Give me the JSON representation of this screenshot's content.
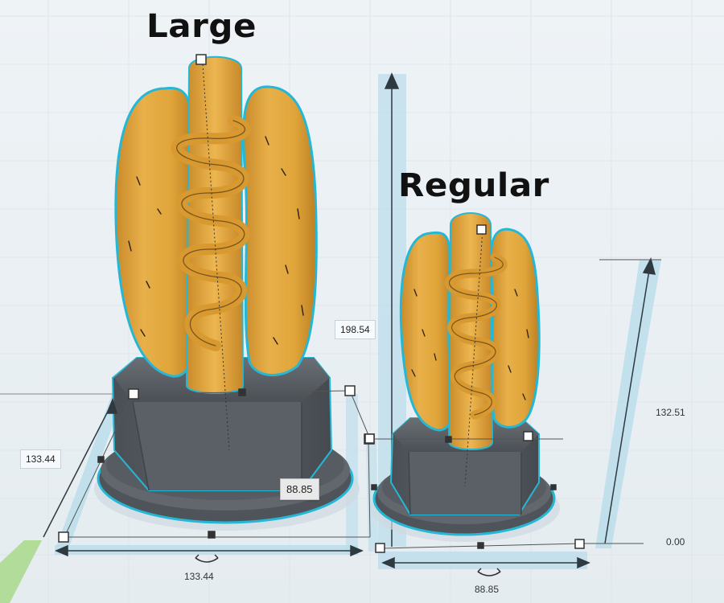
{
  "titles": {
    "large": "Large",
    "regular": "Regular"
  },
  "dimensions": {
    "large": {
      "width": "133.44",
      "depth": "133.44",
      "height": "198.54",
      "input_value": "88.85"
    },
    "regular": {
      "width": "88.85",
      "height": "132.51",
      "elevation": "0.00"
    }
  },
  "colors": {
    "bun": "#e2a83a",
    "mustard": "#e3a53a",
    "base": "#5d6166",
    "base_dark": "#43484d",
    "selection_outline": "#25b7d6",
    "ruler_band": "#b9dceb",
    "workplane": "#eef3f6"
  },
  "icons": {
    "handles": "square-handle",
    "rotation": "rotate-arc-icon"
  }
}
